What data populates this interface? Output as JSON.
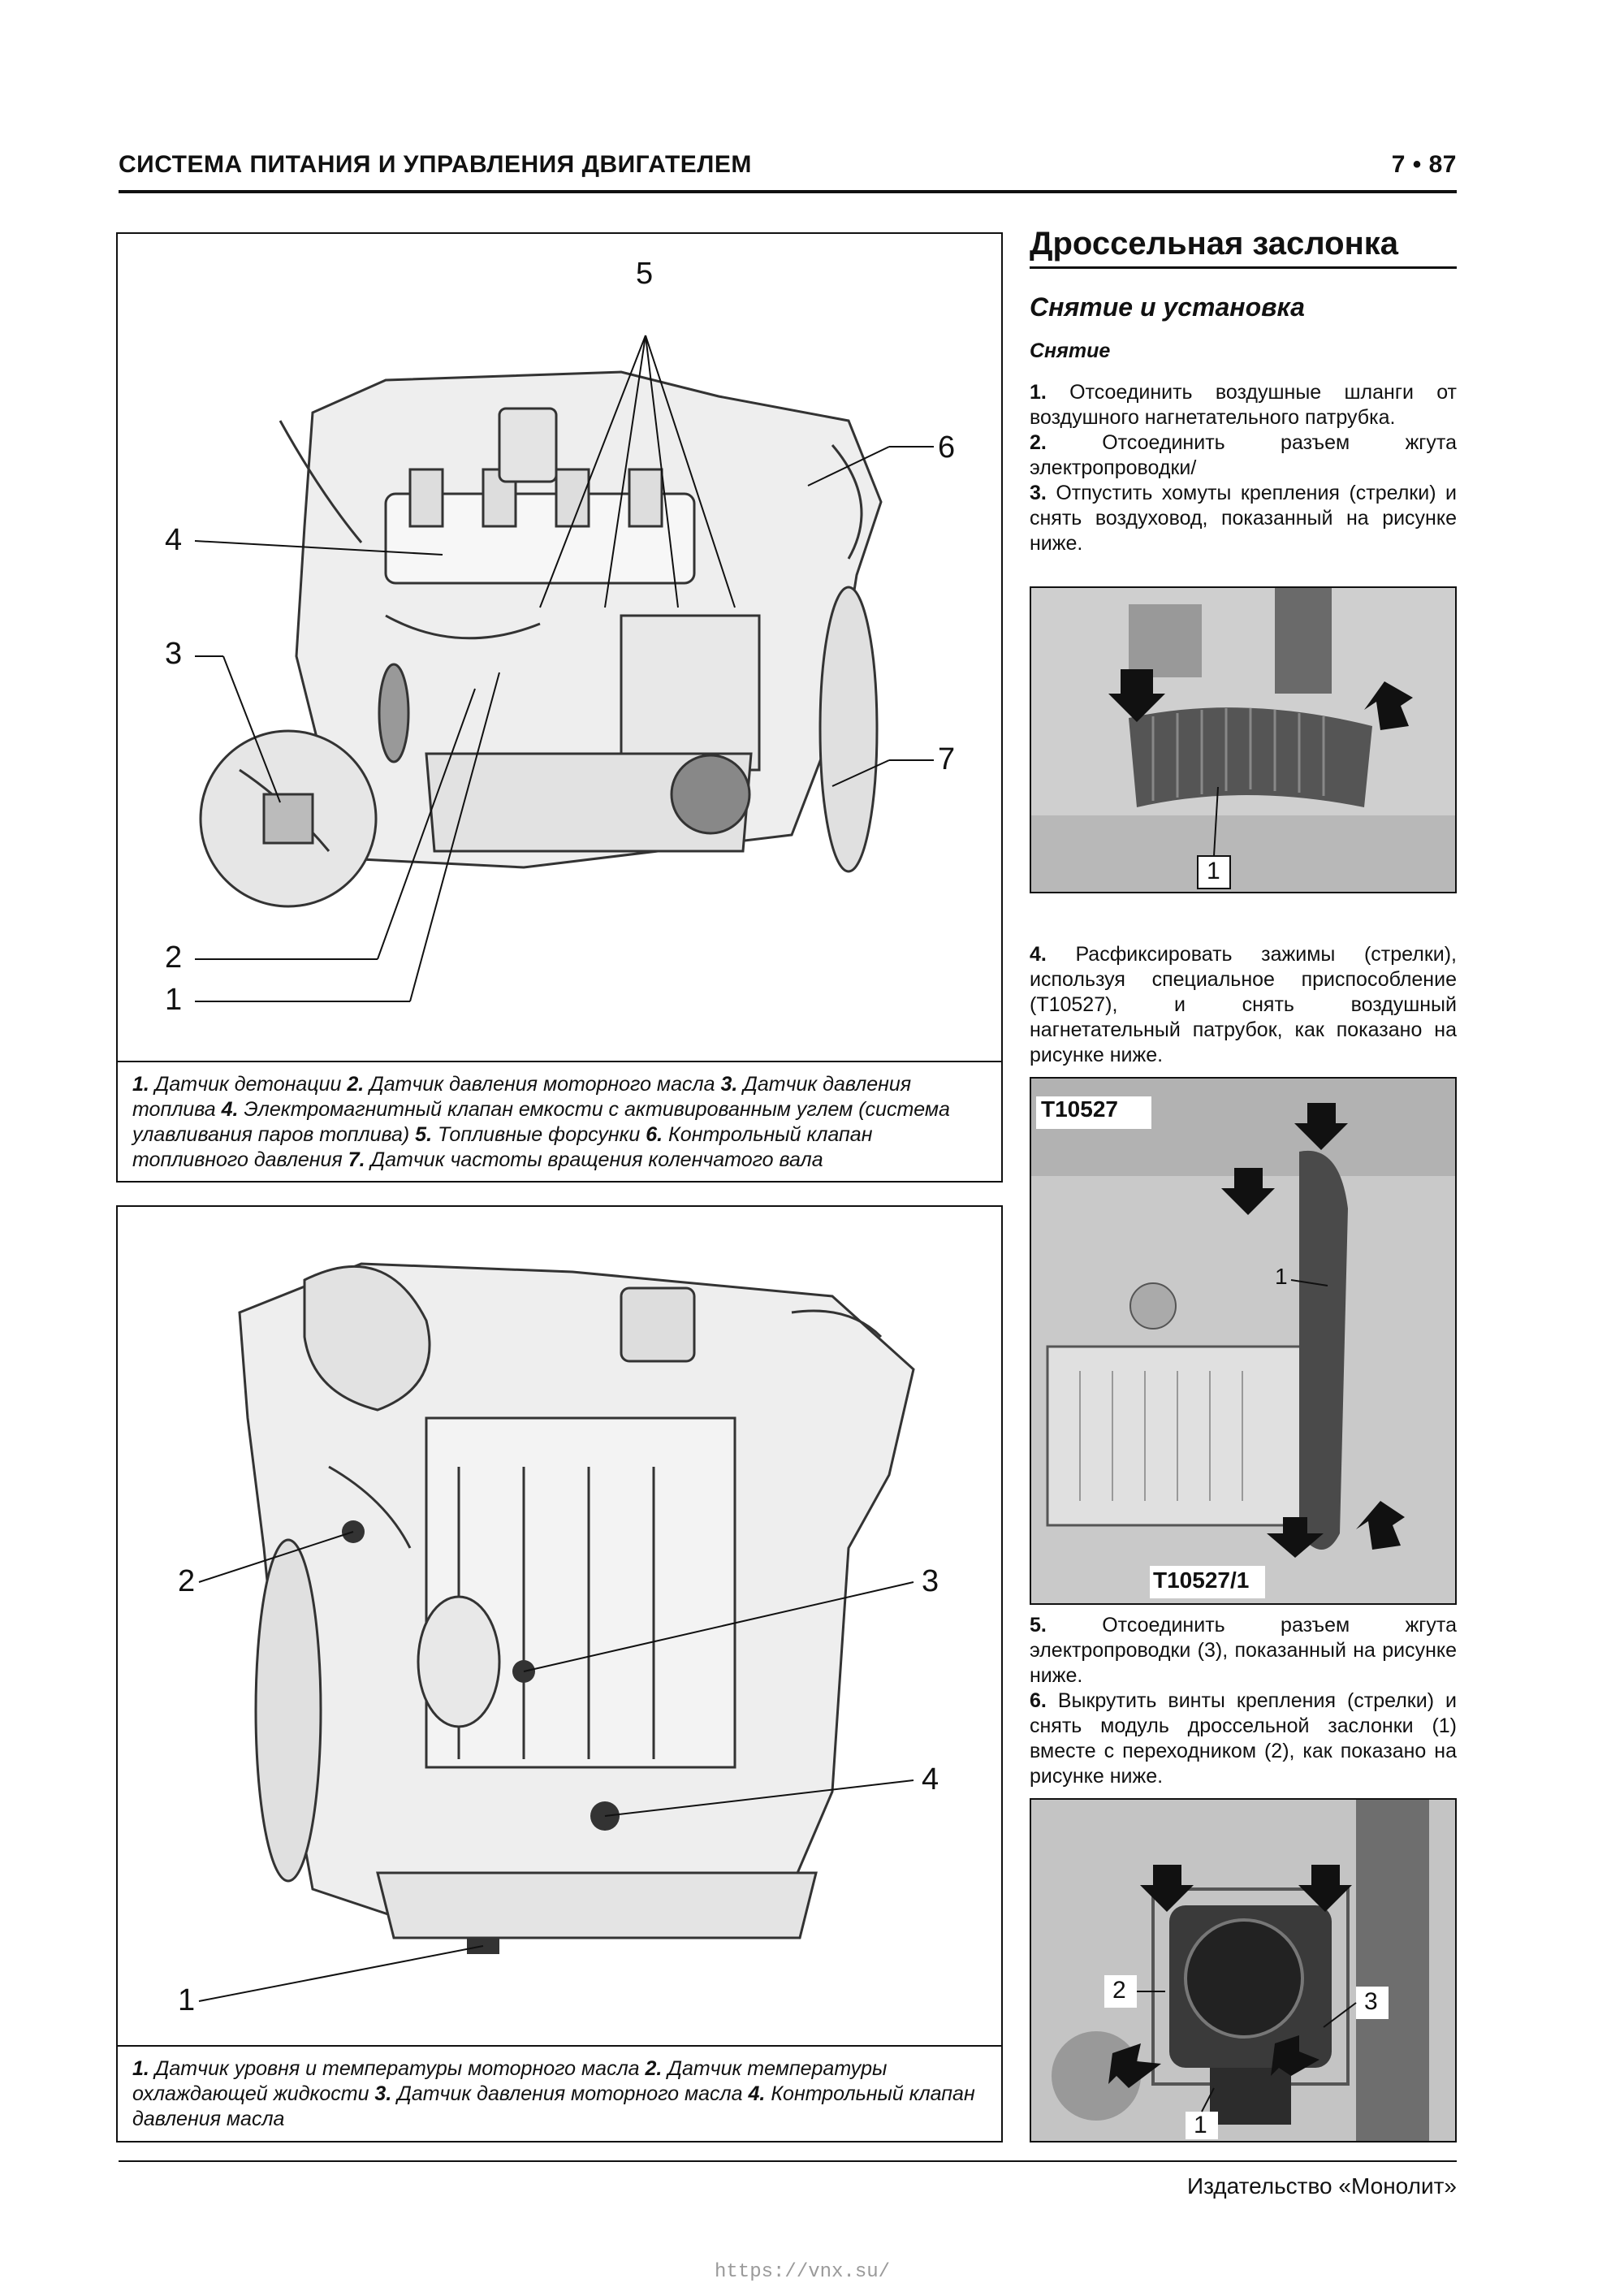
{
  "header": {
    "section_title": "СИСТЕМА ПИТАНИЯ И УПРАВЛЕНИЯ ДВИГАТЕЛЕМ",
    "page_number": "7 • 87"
  },
  "figure_top": {
    "callouts": [
      "5",
      "6",
      "4",
      "3",
      "7",
      "2",
      "1"
    ],
    "caption": [
      {
        "n": "1.",
        "t": " Датчик детонации "
      },
      {
        "n": "2.",
        "t": " Датчик давления моторного масла "
      },
      {
        "n": "3.",
        "t": " Датчик давления топлива "
      },
      {
        "n": "4.",
        "t": " Электромагнитный клапан емкости с активированным углем (система улавливания паров топлива) "
      },
      {
        "n": "5.",
        "t": " Топливные форсунки "
      },
      {
        "n": "6.",
        "t": " Контрольный клапан топливного давления "
      },
      {
        "n": "7.",
        "t": " Датчик частоты вращения коленчатого вала"
      }
    ]
  },
  "figure_bottom": {
    "callouts": [
      "2",
      "3",
      "4",
      "1"
    ],
    "caption": [
      {
        "n": "1.",
        "t": " Датчик уровня и температуры моторного масла "
      },
      {
        "n": "2.",
        "t": " Датчик температуры охлаждающей жидкости "
      },
      {
        "n": "3.",
        "t": " Датчик давления моторного масла "
      },
      {
        "n": "4.",
        "t": " Контрольный клапан давления масла"
      }
    ]
  },
  "article": {
    "title": "Дроссельная заслонка",
    "subtitle": "Снятие и установка",
    "subsection": "Снятие",
    "steps": [
      {
        "n": "1.",
        "t": " Отсоединить воздушные шланги от воздушного нагнетательного патрубка."
      },
      {
        "n": "2.",
        "t": " Отсоединить разъем жгута электропроводки/"
      },
      {
        "n": "3.",
        "t": " Отпустить хомуты крепления (стрелки) и снять воздуховод, показанный на рисунке ниже."
      },
      {
        "n": "4.",
        "t": " Расфиксировать зажимы (стрелки), используя специальное приспособление (T10527), и снять воздушный нагнетательный патрубок, как показано на рисунке ниже."
      },
      {
        "n": "5.",
        "t": " Отсоединить разъем жгута электропроводки (3), показанный на рисунке ниже."
      },
      {
        "n": "6.",
        "t": " Выкрутить винты крепления (стрелки) и снять модуль дроссельной заслонки (1) вместе с переходником (2), как показано на рисунке ниже."
      }
    ]
  },
  "photos": {
    "photo1_labels": [
      "1"
    ],
    "photo2_labels": [
      "T10527",
      "1",
      "T10527/1"
    ],
    "photo3_labels": [
      "2",
      "3",
      "1"
    ]
  },
  "footer": {
    "publisher": "Издательство «Монолит»",
    "url": "https://vnx.su/"
  }
}
